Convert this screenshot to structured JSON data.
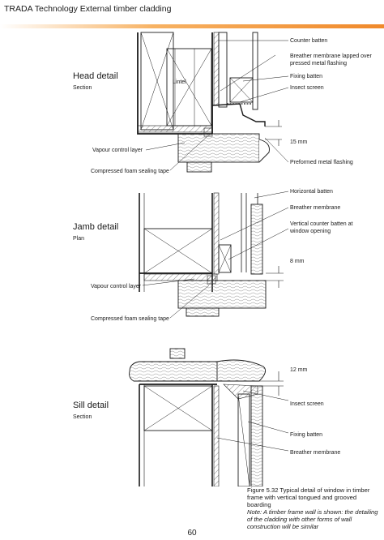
{
  "header": {
    "title": "TRADA Technology External timber cladding",
    "accent_color": "#f0892a"
  },
  "head_detail": {
    "title": "Head detail",
    "subtitle": "Section",
    "lintel": "Lintel",
    "labels": {
      "counter_batten": "Counter batten",
      "breather_lapped_1": "Breather membrane lapped over",
      "breather_lapped_2": "pressed metal flashing",
      "fixing_batten": "Fixing batten",
      "insect_screen": "Insect screen",
      "gap": "15 mm",
      "flashing": "Preformed metal flashing",
      "vapour": "Vapour control layer",
      "foam": "Compressed foam sealing tape"
    }
  },
  "jamb_detail": {
    "title": "Jamb detail",
    "subtitle": "Plan",
    "labels": {
      "horizontal_batten": "Horizontal batten",
      "breather": "Breather membrane",
      "vertical_1": "Vertical counter batten at",
      "vertical_2": "window opening",
      "gap": "8 mm",
      "vapour": "Vapour control layer",
      "foam": "Compressed foam sealing tape"
    }
  },
  "sill_detail": {
    "title": "Sill detail",
    "subtitle": "Section",
    "labels": {
      "gap": "12 mm",
      "insect_screen": "Insect screen",
      "fixing_batten": "Fixing batten",
      "breather": "Breather membrane"
    }
  },
  "caption": {
    "line1": "Figure 5.32 Typical detail of window in timber frame with vertical tongued and grooved",
    "line2": "boarding",
    "note1": "Note: A timber frame wall is shown: the detailing of the cladding with other forms of wall",
    "note2": "construction will be similar"
  },
  "page_number": "60"
}
